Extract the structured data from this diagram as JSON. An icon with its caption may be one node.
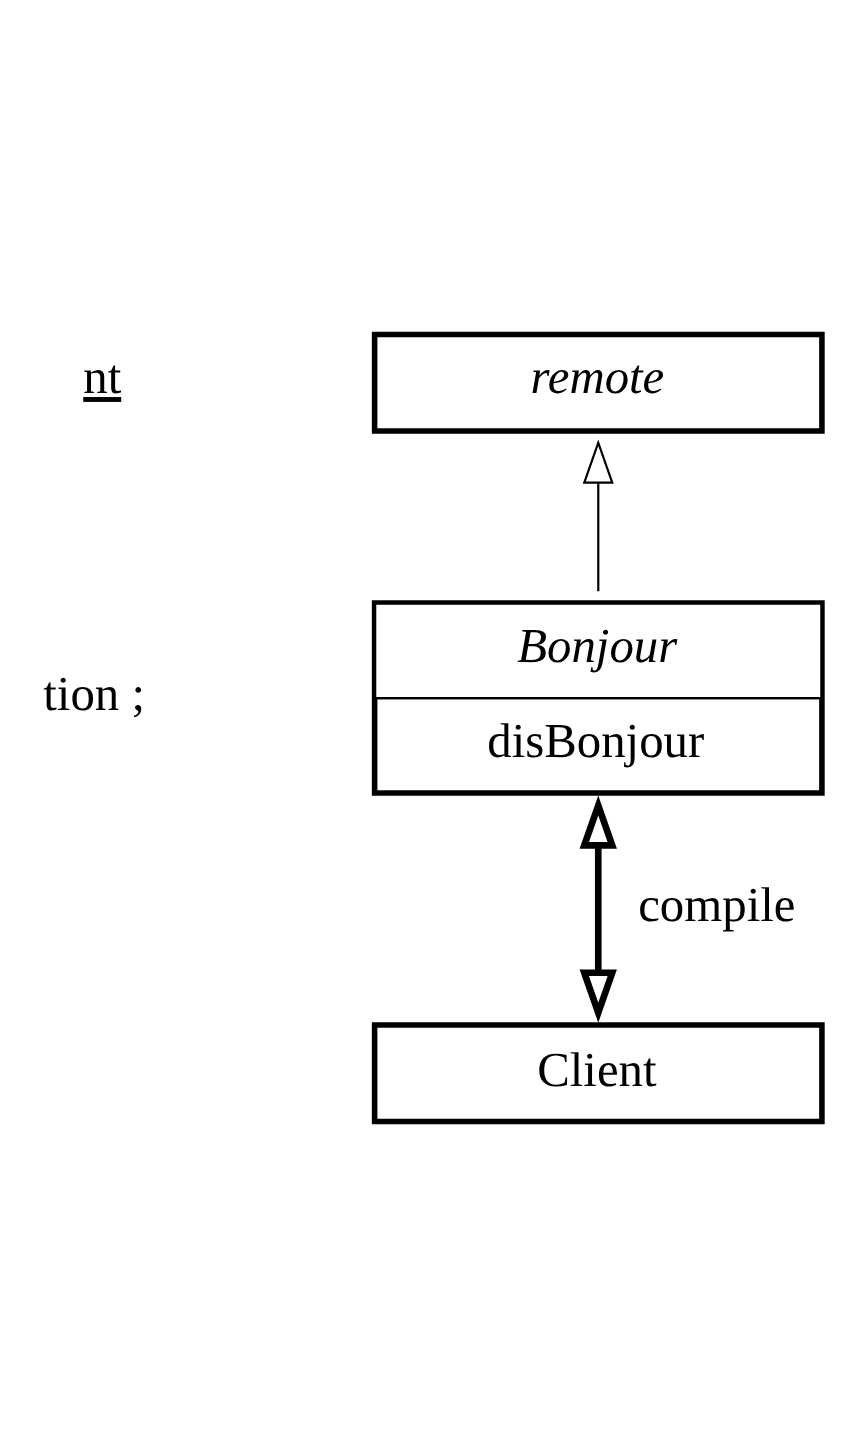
{
  "diagram": {
    "nodes": [
      {
        "text": [
          "remote"
        ]
      },
      {
        "text": [
          "Bonjour",
          "disBonjour"
        ]
      },
      {
        "text": [
          "Client"
        ]
      }
    ],
    "edges": [
      {
        "from": 1,
        "to": 0,
        "arrow": "to"
      },
      {
        "from": 1,
        "to": 2,
        "arrow": "both",
        "label": "compile",
        "style": "thick"
      }
    ],
    "labels": [
      "nt",
      "tion ;"
    ]
  }
}
